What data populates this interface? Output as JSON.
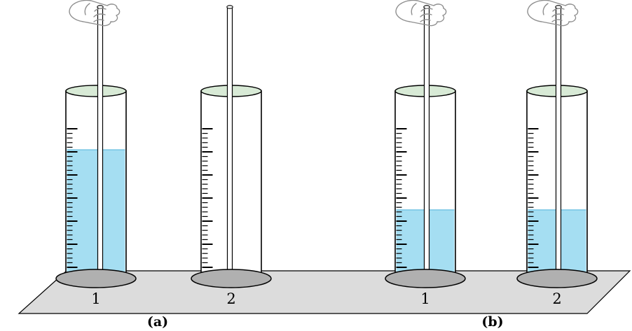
{
  "figure": {
    "description": "Four graduated cylinders with rods held from above on a gray platform",
    "colors": {
      "liquid": "#a5def2",
      "liquid_edge": "#6fc2e2",
      "rim": "#d8ead6",
      "base": "#b0b0b0",
      "platform": "#dcdcdc",
      "hand": "#8f8f8f",
      "outline": "#000000",
      "background": "#ffffff"
    },
    "groups": [
      {
        "caption": "(a)",
        "cylinders": [
          {
            "label": "1",
            "liquid_fraction": 0.684,
            "has_hand": true,
            "has_liquid": true
          },
          {
            "label": "2",
            "liquid_fraction": 0.0,
            "has_hand": false,
            "has_liquid": false
          }
        ]
      },
      {
        "caption": "(b)",
        "cylinders": [
          {
            "label": "1",
            "liquid_fraction": 0.361,
            "has_hand": true,
            "has_liquid": true
          },
          {
            "label": "2",
            "liquid_fraction": 0.361,
            "has_hand": true,
            "has_liquid": true
          }
        ]
      }
    ]
  }
}
